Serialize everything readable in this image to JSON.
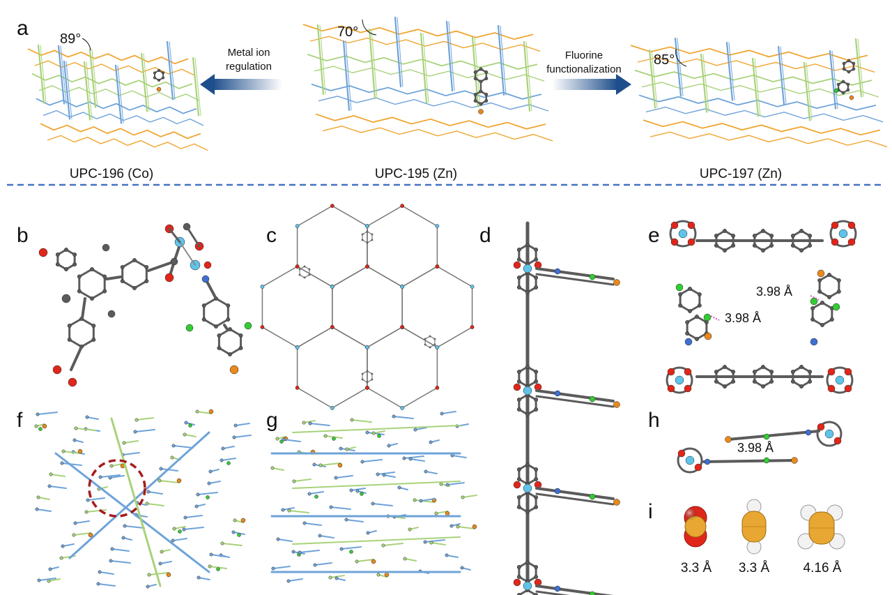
{
  "panels": {
    "a": "a",
    "b": "b",
    "c": "c",
    "d": "d",
    "e": "e",
    "f": "f",
    "g": "g",
    "h": "h",
    "i": "i"
  },
  "panel_a": {
    "left_caption": "UPC-196 (Co)",
    "center_caption": "UPC-195 (Zn)",
    "right_caption": "UPC-197 (Zn)",
    "left_angle": "89°",
    "center_angle": "70°",
    "right_angle": "85°",
    "left_arrow_line1": "Metal ion",
    "left_arrow_line2": "regulation",
    "right_arrow_line1": "Fluorine",
    "right_arrow_line2": "functionalization"
  },
  "panel_e": {
    "dist1": "3.98 Å",
    "dist2": "3.98 Å"
  },
  "panel_h": {
    "dist": "3.98 Å"
  },
  "panel_i": {
    "size1": "3.3 Å",
    "size2": "3.3 Å",
    "size3": "4.16 Å"
  },
  "colors": {
    "carbon": "#5b5b5b",
    "oxygen": "#e0261a",
    "metal": "#5fc3ea",
    "nitrogen": "#3f6fd0",
    "fluorine": "#33cc33",
    "bromine": "#e8891c",
    "layer_blue": "#6ea3d8",
    "layer_green": "#a8d27a",
    "layer_orange": "#f0a530",
    "arrow_dark": "#1f4e8c",
    "divider": "#4472c4",
    "circle_red": "#a51c1c"
  }
}
